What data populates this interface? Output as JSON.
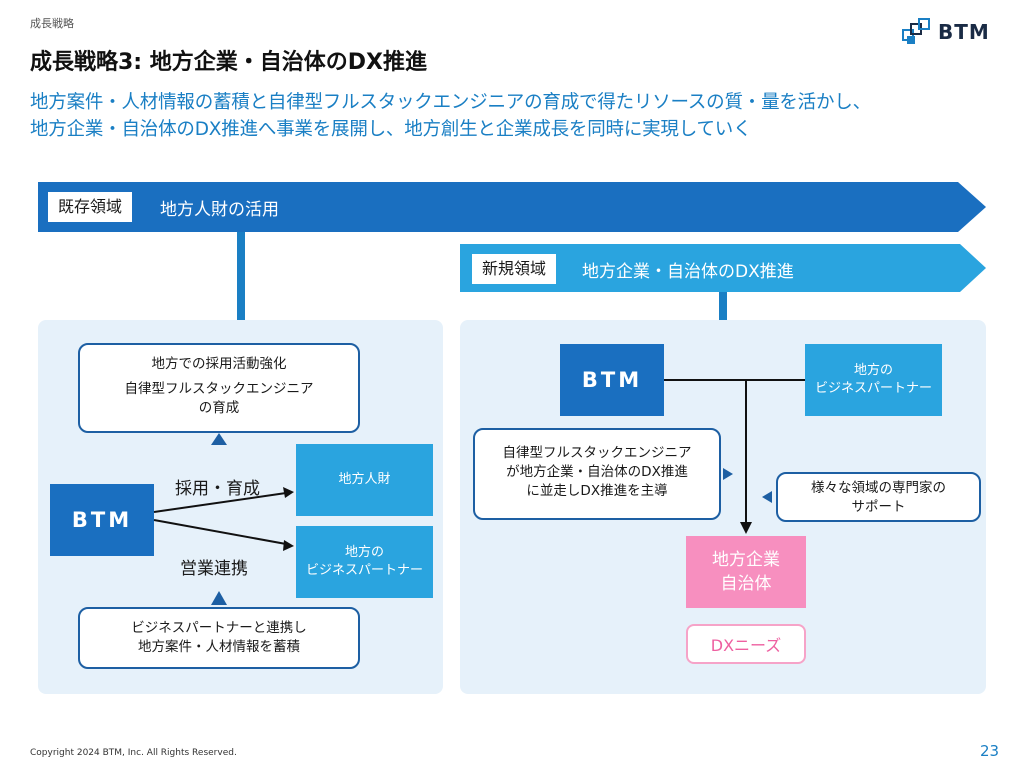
{
  "header": {
    "breadcrumb": "成長戦略",
    "logo_text": "BTM",
    "title": "成長戦略3: 地方企業・自治体のDX推進",
    "subtitle_line1": "地方案件・人材情報の蓄積と自律型フルスタックエンジニアの育成で得たリソースの質・量を活かし、",
    "subtitle_line2": "地方企業・自治体のDX推進へ事業を展開し、地方創生と企業成長を同時に実現していく"
  },
  "existing": {
    "tag": "既存領域",
    "label": "地方人財の活用",
    "callout_top_line1": "地方での採用活動強化",
    "callout_top_line2": "自律型フルスタックエンジニア",
    "callout_top_line3": "の育成",
    "btm": "BTM",
    "arrow1_label": "採用・育成",
    "arrow2_label": "営業連携",
    "target1": "地方人財",
    "target2_line1": "地方の",
    "target2_line2": "ビジネスパートナー",
    "callout_bottom_line1": "ビジネスパートナーと連携し",
    "callout_bottom_line2": "地方案件・人材情報を蓄積"
  },
  "new": {
    "tag": "新規領域",
    "label": "地方企業・自治体のDX推進",
    "btm": "BTM",
    "partner_line1": "地方の",
    "partner_line2": "ビジネスパートナー",
    "callout_left_line1": "自律型フルスタックエンジニア",
    "callout_left_line2": "が地方企業・自治体のDX推進",
    "callout_left_line3": "に並走しDX推進を主導",
    "callout_right_line1": "様々な領域の専門家の",
    "callout_right_line2": "サポート",
    "client_line1": "地方企業",
    "client_line2": "自治体",
    "needs": "DXニーズ"
  },
  "footer": {
    "copyright": "Copyright 2024 BTM, Inc. All Rights Reserved.",
    "page_number": "23"
  },
  "colors": {
    "primary_blue": "#1a6fc0",
    "accent_blue": "#1a7fc4",
    "light_blue": "#2aa4df",
    "panel_bg": "#e6f1fa",
    "pink": "#f78fbf"
  }
}
